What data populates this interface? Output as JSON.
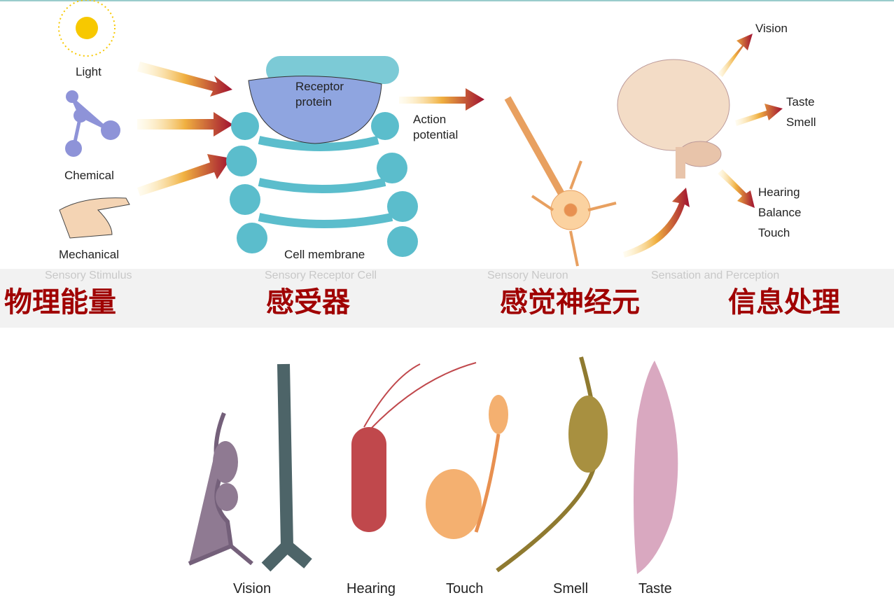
{
  "stimuli": {
    "light": "Light",
    "chemical": "Chemical",
    "mechanical": "Mechanical"
  },
  "receptor": {
    "protein": "Receptor\nprotein",
    "protein_l1": "Receptor",
    "protein_l2": "protein",
    "action_l1": "Action",
    "action_l2": "potential",
    "membrane": "Cell membrane"
  },
  "outputs": {
    "vision": "Vision",
    "taste": "Taste",
    "smell": "Smell",
    "hearing": "Hearing",
    "balance": "Balance",
    "touch": "Touch"
  },
  "faint_headers": [
    "Sensory Stimulus",
    "Sensory Receptor Cell",
    "Sensory Neuron",
    "Sensation and Perception"
  ],
  "chinese_labels": [
    "物理能量",
    "感受器",
    "感觉神经元",
    "信息处理"
  ],
  "cells": [
    "Vision",
    "Hearing",
    "Touch",
    "Smell",
    "Taste"
  ],
  "colors": {
    "label_red": "#a00000",
    "band": "#f2f2f2",
    "arrow": "#9b1030"
  }
}
